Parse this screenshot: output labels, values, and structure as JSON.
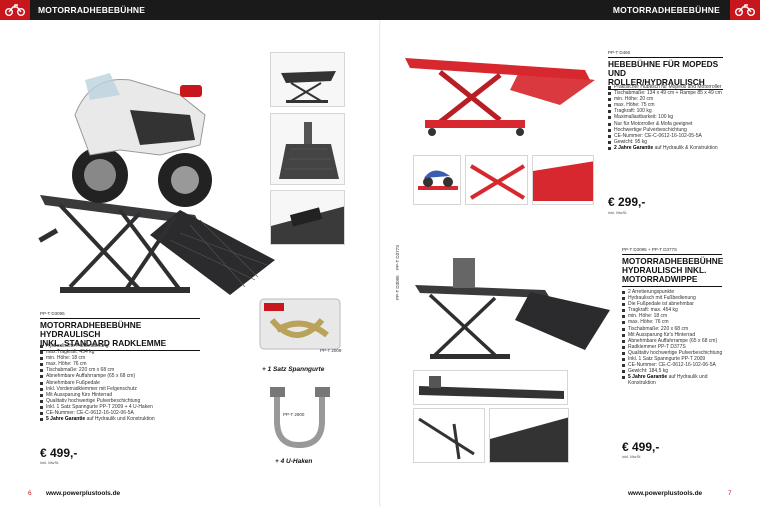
{
  "header": {
    "left_title": "MOTORRADHEBEBÜHNE",
    "right_title": "MOTORRADHEBEBÜHNE"
  },
  "left_product": {
    "code": "PP-T D3095",
    "title_lines": [
      "MOTORRADHEBEBÜHNE HYDRAULISCH",
      "INKL. STANDARD RADKLEMME"
    ],
    "features": [
      "Hydraulische Fußbedienung",
      "max.Tragkraft: 454 kg",
      "min. Höhe: 18 cm",
      "max. Höhe: 76 cm",
      "Tischabmaße: 220 cm x 68 cm",
      "Abnehmbare Auffahrrampe (65 x 68 cm)",
      "Abnehmbare Fußpedale",
      "Inkl. Vorderradklemmer mit Felgenschutz",
      "Mit Aussparung fürs Hinterrad",
      "Qualitativ hochwertige Pulverbeschichtung",
      "Inkl. 1 Satz Spanngurte PP-T 2009 + 4 U-Haken",
      "CE-Nummer: CE-C-0612-16-102-06-5A"
    ],
    "guarantee_bold": "5 Jahre Garantie",
    "guarantee_rest": " auf Hydraulik und Konstruktion",
    "price": "€ 499,-",
    "vat": "inkl. MwSt."
  },
  "accessories": {
    "straps_caption": "+ 1 Satz Spanngurte",
    "straps_code": "PP-T 2009",
    "hooks_caption": "+ 4 U-Haken",
    "hooks_code": "PP-T 2900"
  },
  "right_top_product": {
    "code": "PP-T D460",
    "title_lines": [
      "HEBEBÜHNE FÜR MOPEDS",
      "UND ROLLER/HYDRAULISCH"
    ],
    "features": [
      "Praktischer Hubtisch für Mopeds und Motorroller",
      "Tischabmaße: 134 x 49 cm + Rampe 85 x 49 cm",
      "min. Höhe: 20 cm",
      "max. Höhe: 75 cm",
      "Tragkraft: 100 kg",
      "Maximallastbarkeit: 100 kg",
      "Nur für Motorroller & Mofa geeignet",
      "Hochwertige Pulverbeschichtung",
      "CE-Nummer: CE-C-0612-16-102-05-5A",
      "Gewicht: 95 kg"
    ],
    "guarantee_bold": "2 Jahre Garantie",
    "guarantee_rest": " auf Hydraulik & Konstruktion",
    "price": "€ 299,-",
    "vat": "inkl. MwSt."
  },
  "right_bottom_product": {
    "code": "PP-T D3095 + PP-T D377S",
    "title_lines": [
      "MOTORRADHEBEBÜHNE",
      "HYDRAULISCH INKL.",
      "MOTORRADWIPPE"
    ],
    "features": [
      "2 Arretierungspunkte",
      "Hydraulisch mit Fußbedienung",
      "Die Fußpedale ist abnehmbar",
      "Tragkraft: max. 454 kg",
      "min. Höhe: 18 cm",
      "max. Höhe: 76 cm",
      "Tischabmaße: 220 x 68 cm",
      "Mit Aussparung für's Hinterrad",
      "Abnehmbare Auffahrrampe (65 x 68 cm)",
      "Radklemmer PP-T D377S",
      "Qualitativ hochwertige Pulverbeschichtung",
      "Inkl. 1 Satz Spanngurte PP-T 2009",
      "CE-Nummer: CE-C-0612-16-102-06-5A",
      "Gewicht: 184,5 kg"
    ],
    "guarantee_bold": "5 Jahre Garantie",
    "guarantee_rest": " auf Hydraulik und Konstruktion",
    "price": "€ 499,-",
    "vat": "inkl. MwSt.",
    "side_code_1": "PP-T D3095",
    "side_code_2": "PP-T D377S"
  },
  "footer": {
    "left_page": "6",
    "left_url": "www.powerplustools.de",
    "right_url": "www.powerplustools.de",
    "right_page": "7"
  },
  "colors": {
    "brand_red": "#c8161d",
    "lift_red": "#d7282f",
    "lift_dark": "#2f2f31",
    "header_black": "#1a1a1a"
  },
  "icons": [
    "motorcycle-logo-icon"
  ]
}
